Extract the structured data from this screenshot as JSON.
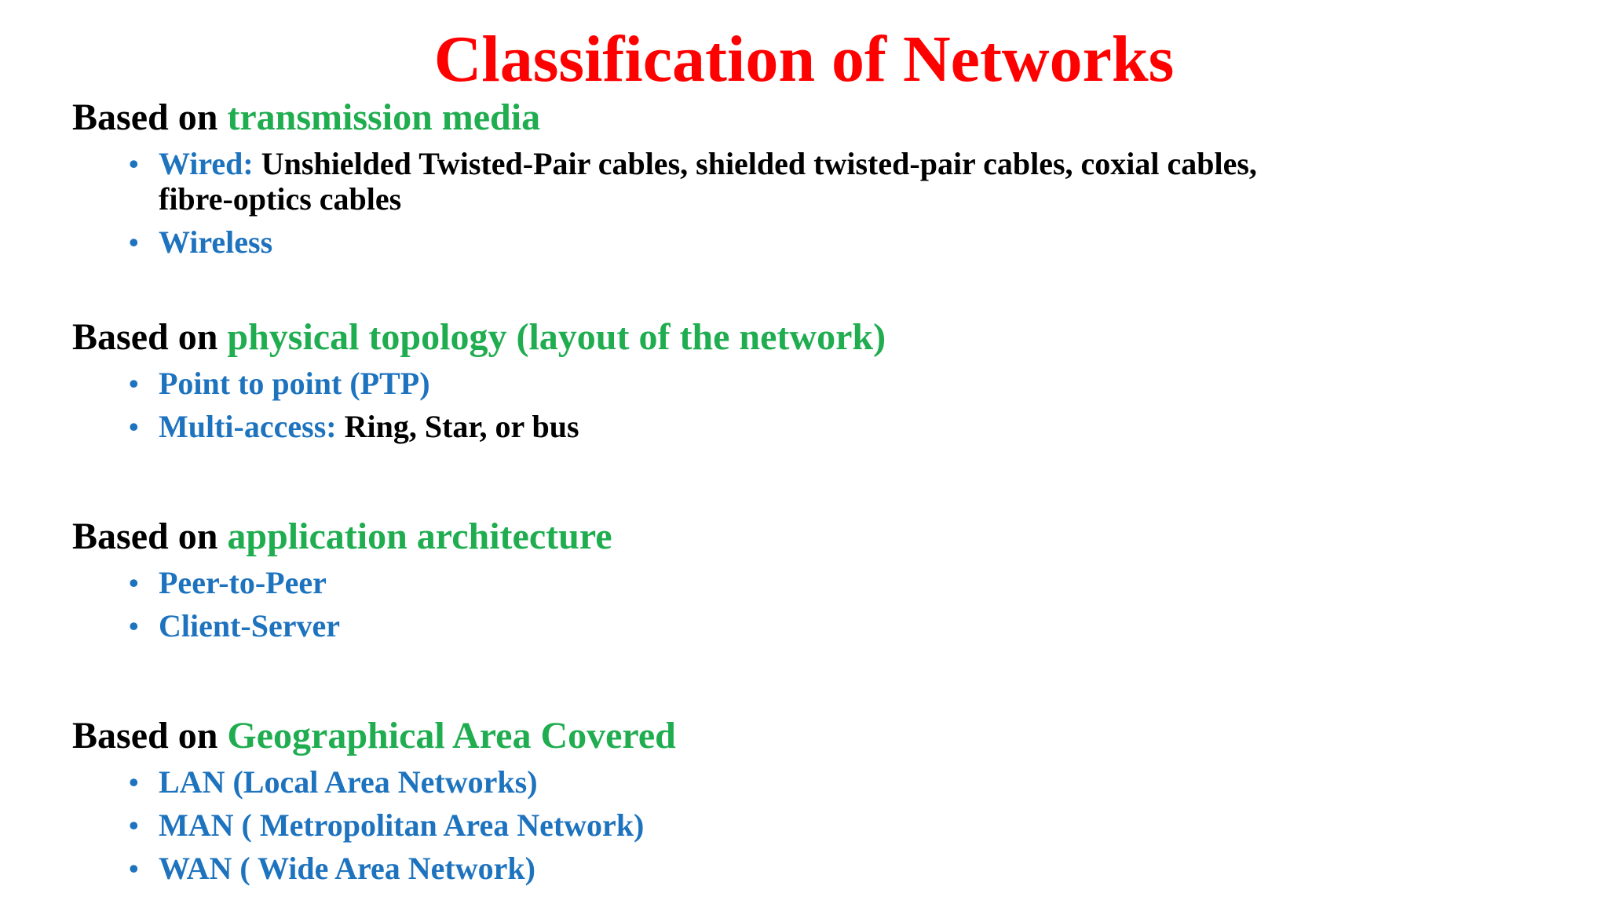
{
  "colors": {
    "title": "#ff0000",
    "heading_black": "#000000",
    "heading_green": "#1fad50",
    "bullet_blue": "#1e73be",
    "bullet_black": "#000000"
  },
  "title": "Classification of Networks",
  "sections": [
    {
      "prefix": "Based on ",
      "topic": "transmission media",
      "items": [
        {
          "label": "Wired:",
          "detail": " Unshielded Twisted-Pair cables, shielded twisted-pair cables, coxial cables,",
          "continuation": "fibre-optics cables"
        },
        {
          "label": "Wireless"
        }
      ]
    },
    {
      "prefix": "Based on ",
      "topic": "physical topology (layout of the network)",
      "items": [
        {
          "label": "Point to point (PTP)"
        },
        {
          "label": "Multi-access:",
          "detail": " Ring, Star, or bus"
        }
      ]
    },
    {
      "prefix": "Based on ",
      "topic": "application architecture",
      "items": [
        {
          "label": "Peer-to-Peer"
        },
        {
          "label": "Client-Server"
        }
      ]
    },
    {
      "prefix": "Based on ",
      "topic": "Geographical Area Covered",
      "items": [
        {
          "label": "LAN (Local Area Networks)"
        },
        {
          "label": "MAN ( Metropolitan Area Network)"
        },
        {
          "label": "WAN ( Wide Area Network)"
        }
      ]
    }
  ],
  "bullet_glyph": "•"
}
